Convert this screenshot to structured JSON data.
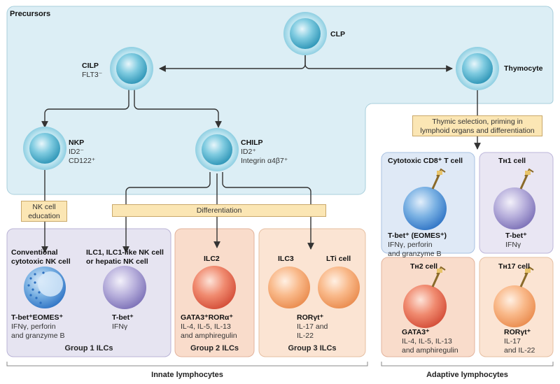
{
  "colors": {
    "precursor_bg": "#dceef5",
    "group1_bg": "#e6e4f1",
    "group2_bg": "#f9dccb",
    "group3_bg": "#fbe4d3",
    "adaptive_cd8_bg": "#dfe9f6",
    "adaptive_th1_bg": "#e9e6f3",
    "label_fill": "#fbe6b4"
  },
  "precursors": {
    "title": "Precursors",
    "clp": "CLP",
    "cilp": {
      "name": "CILP",
      "marker": "FLT3⁻"
    },
    "thymocyte": "Thymocyte",
    "nkp": {
      "name": "NKP",
      "m1": "ID2⁻",
      "m2": "CD122⁺"
    },
    "chilp": {
      "name": "CHILP",
      "m1": "ID2⁺",
      "m2": "Integrin α4β7⁺"
    }
  },
  "labels": {
    "nk_education": {
      "l1": "NK cell",
      "l2": "education"
    },
    "differentiation": "Differentiation",
    "thymic": {
      "l1": "Thymic selection, priming in",
      "l2": "lymphoid organs and differentiation"
    }
  },
  "group1": {
    "conv": {
      "t1": "Conventional",
      "t2": "cytotoxic NK cell",
      "m1": "T-bet⁺EOMES⁺",
      "m2": "IFNγ, perforin",
      "m3": "and granzyme B"
    },
    "ilc1": {
      "t1": "ILC1, ILC1-like NK cell",
      "t2": "or hepatic NK cell",
      "m1": "T-bet⁺",
      "m2": "IFNγ"
    },
    "title": "Group 1 ILCs"
  },
  "group2": {
    "ilc2": {
      "t1": "ILC2",
      "m1": "GATA3⁺RORα⁺",
      "m2": "IL-4, IL-5, IL-13",
      "m3": "and amphiregulin"
    },
    "title": "Group 2 ILCs"
  },
  "group3": {
    "ilc3": "ILC3",
    "lti": "LTi cell",
    "m1": "RORγt⁺",
    "m2": "IL-17 and",
    "m3": "IL-22",
    "title": "Group 3 ILCs"
  },
  "adaptive": {
    "cd8": {
      "t1": "Cytotoxic CD8⁺ T cell",
      "m1": "T-bet⁺ (EOMES⁺)",
      "m2": "IFNγ, perforin",
      "m3": "and granzyme B"
    },
    "th1": {
      "t1": "Tʜ1 cell",
      "m1": "T-bet⁺",
      "m2": "IFNγ"
    },
    "th2": {
      "t1": "Tʜ2 cell",
      "m1": "GATA3⁺",
      "m2": "IL-4, IL-5, IL-13",
      "m3": "and amphiregulin"
    },
    "th17": {
      "t1": "Tʜ17 cell",
      "m1": "RORγt⁺",
      "m2": "IL-17",
      "m3": "and IL-22"
    }
  },
  "footer": {
    "innate": "Innate lymphocytes",
    "adaptive": "Adaptive lymphocytes"
  }
}
